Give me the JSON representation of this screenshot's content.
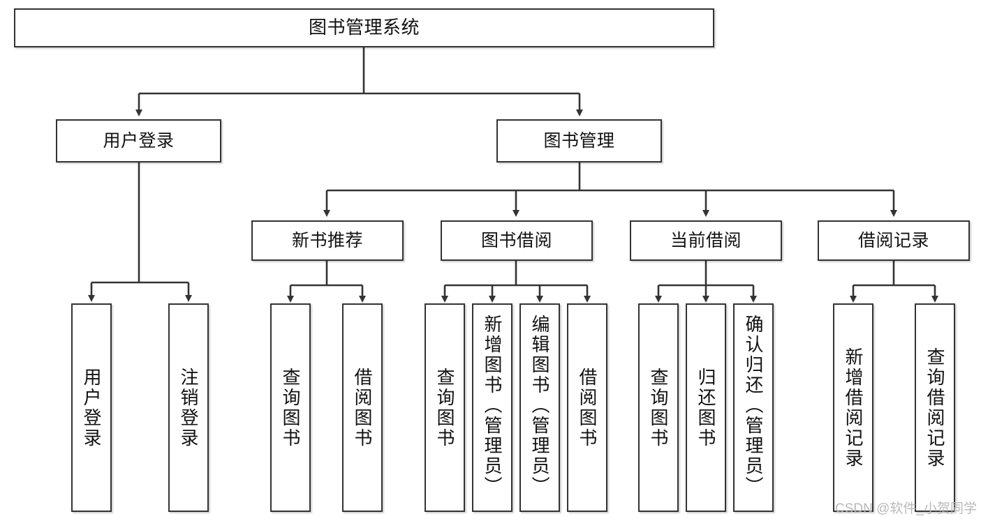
{
  "diagram": {
    "type": "tree-hierarchy",
    "title": "图书管理系统",
    "watermark": "CSDN @软件_小贺同学",
    "colors": {
      "box_border": "#333333",
      "box_fill": "#ffffff",
      "connector": "#333333",
      "text": "#111111",
      "watermark": "#b9b9b9",
      "background": "#ffffff"
    },
    "levels": [
      {
        "level": 1,
        "nodes": [
          {
            "id": "root",
            "label": "图书管理系统",
            "orientation": "horizontal"
          }
        ]
      },
      {
        "level": 2,
        "nodes": [
          {
            "id": "user-login",
            "label": "用户登录",
            "orientation": "horizontal",
            "parent": "root"
          },
          {
            "id": "book-manage",
            "label": "图书管理",
            "orientation": "horizontal",
            "parent": "root"
          }
        ]
      },
      {
        "level": 3,
        "nodes": [
          {
            "id": "new-book-rec",
            "label": "新书推荐",
            "orientation": "horizontal",
            "parent": "book-manage"
          },
          {
            "id": "book-borrow",
            "label": "图书借阅",
            "orientation": "horizontal",
            "parent": "book-manage"
          },
          {
            "id": "current-borrow",
            "label": "当前借阅",
            "orientation": "horizontal",
            "parent": "book-manage"
          },
          {
            "id": "borrow-record",
            "label": "借阅记录",
            "orientation": "horizontal",
            "parent": "book-manage"
          }
        ]
      },
      {
        "level": 4,
        "nodes": [
          {
            "id": "leaf-user-login",
            "label": "用户登录",
            "orientation": "vertical",
            "parent": "user-login"
          },
          {
            "id": "leaf-user-logout",
            "label": "注销登录",
            "orientation": "vertical",
            "parent": "user-login"
          },
          {
            "id": "leaf-query-book-1",
            "label": "查询图书",
            "orientation": "vertical",
            "parent": "new-book-rec"
          },
          {
            "id": "leaf-borrow-book-1",
            "label": "借阅图书",
            "orientation": "vertical",
            "parent": "new-book-rec"
          },
          {
            "id": "leaf-query-book-2",
            "label": "查询图书",
            "orientation": "vertical",
            "parent": "book-borrow"
          },
          {
            "id": "leaf-add-book",
            "label": "新增图书（管理员）",
            "orientation": "vertical",
            "parent": "book-borrow"
          },
          {
            "id": "leaf-edit-book",
            "label": "编辑图书（管理员）",
            "orientation": "vertical",
            "parent": "book-borrow"
          },
          {
            "id": "leaf-borrow-book-2",
            "label": "借阅图书",
            "orientation": "vertical",
            "parent": "book-borrow"
          },
          {
            "id": "leaf-query-book-3",
            "label": "查询图书",
            "orientation": "vertical",
            "parent": "current-borrow"
          },
          {
            "id": "leaf-return-book",
            "label": "归还图书",
            "orientation": "vertical",
            "parent": "current-borrow"
          },
          {
            "id": "leaf-confirm-return",
            "label": "确认归还（管理员）",
            "orientation": "vertical",
            "parent": "current-borrow"
          },
          {
            "id": "leaf-add-record",
            "label": "新增借阅记录",
            "orientation": "vertical",
            "parent": "borrow-record"
          },
          {
            "id": "leaf-query-record",
            "label": "查询借阅记录",
            "orientation": "vertical",
            "parent": "borrow-record"
          }
        ]
      }
    ]
  }
}
